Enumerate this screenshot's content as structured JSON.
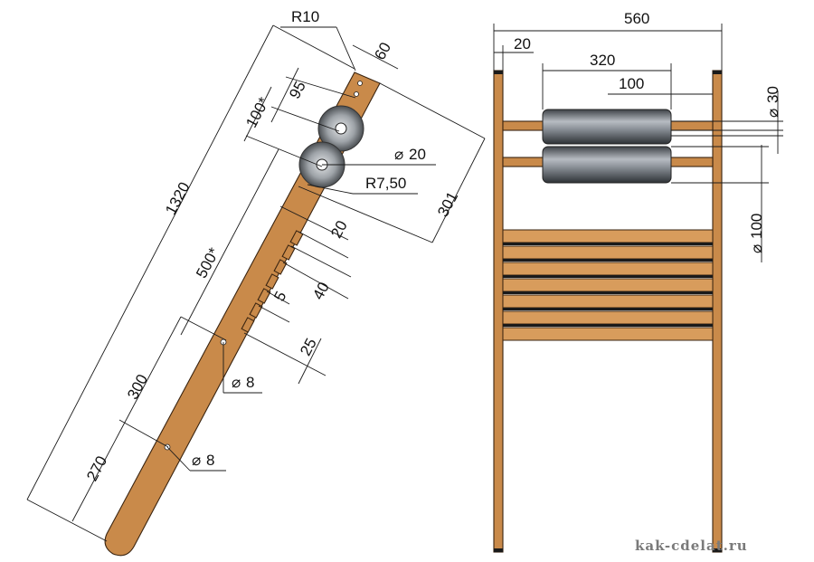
{
  "side_view": {
    "dims": {
      "r10": "R10",
      "d60": "60",
      "d95": "95",
      "d100s": "100*",
      "d1320": "1320",
      "phi20": "20",
      "r750": "R7,50",
      "d301": "301",
      "d20": "20",
      "d500s": "500*",
      "d40": "40",
      "d5": "5",
      "d25": "25",
      "d300": "300",
      "phi8a": "8",
      "d270": "270",
      "phi8b": "8"
    }
  },
  "front_view": {
    "dims": {
      "d560": "560",
      "d20": "20",
      "d320": "320",
      "d100": "100",
      "phi30": "30",
      "phi100": "100"
    }
  },
  "watermark": "kak-cdelat.ru",
  "diameter_symbol": "⌀",
  "colors": {
    "wood": "#c98a4a",
    "wood_edge": "#3a2410",
    "steel": "#8a8f96"
  }
}
